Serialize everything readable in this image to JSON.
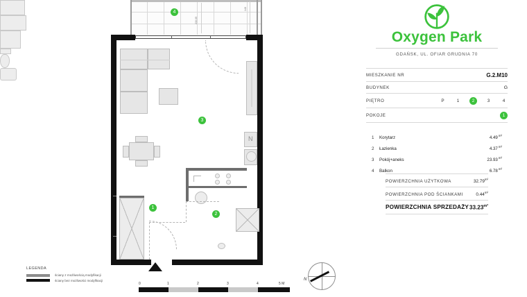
{
  "brand": {
    "logo_icon": "leaf-circle-icon",
    "name": "Oxygen Park",
    "address": "GDAŃSK, UL. OFIAR GRUDNIA 70"
  },
  "info": {
    "apartment_label": "MIESZKANIE NR",
    "apartment_value": "G.2.M10",
    "building_label": "BUDYNEK",
    "building_value": "G",
    "floor_label": "PIĘTRO",
    "floor_options": [
      "P",
      "1",
      "2",
      "3",
      "4"
    ],
    "floor_selected": "2",
    "rooms_label": "POKOJE",
    "rooms_value": "1"
  },
  "rooms": [
    {
      "idx": "1",
      "name": "Korytarz",
      "area": "4.49",
      "unit": "m²"
    },
    {
      "idx": "2",
      "name": "Łazienka",
      "area": "4.37",
      "unit": "m²"
    },
    {
      "idx": "3",
      "name": "Pokój+aneks",
      "area": "23.93",
      "unit": "m²"
    },
    {
      "idx": "4",
      "name": "Balkon",
      "area": "6.78",
      "unit": "m²"
    }
  ],
  "summary": [
    {
      "key": "POWIERZCHNIA UŻYTKOWA",
      "value": "32.79",
      "unit": "m²",
      "total": false
    },
    {
      "key": "POWIERZCHNIA POD ŚCIANKAMI",
      "value": "0.44",
      "unit": "m²",
      "total": false
    },
    {
      "key": "POWIERZCHNIA SPRZEDAŻY",
      "value": "33.23",
      "unit": "m²",
      "total": true
    }
  ],
  "legend": {
    "title": "LEGENDA",
    "items": [
      {
        "swatch": "grey",
        "label": "ściany z możliwością modyfikacji"
      },
      {
        "swatch": "black",
        "label": "ściany bez możliwości modyfikacji"
      }
    ]
  },
  "scale": {
    "ticks": [
      "0",
      "1",
      "2",
      "3",
      "4",
      "5 M"
    ]
  },
  "compass": {
    "north_label": "N"
  },
  "plan_markers": [
    {
      "id": "4",
      "label": "4"
    },
    {
      "id": "3",
      "label": "3"
    },
    {
      "id": "2",
      "label": "2"
    },
    {
      "id": "1",
      "label": "1"
    }
  ],
  "plan_dimensions": {
    "balcony_depth": "230.05",
    "balcony_side": "148"
  },
  "colors": {
    "brand_green": "#3cc23c",
    "wall_solid": "#111111",
    "wall_modifiable": "#8c8c8c"
  }
}
